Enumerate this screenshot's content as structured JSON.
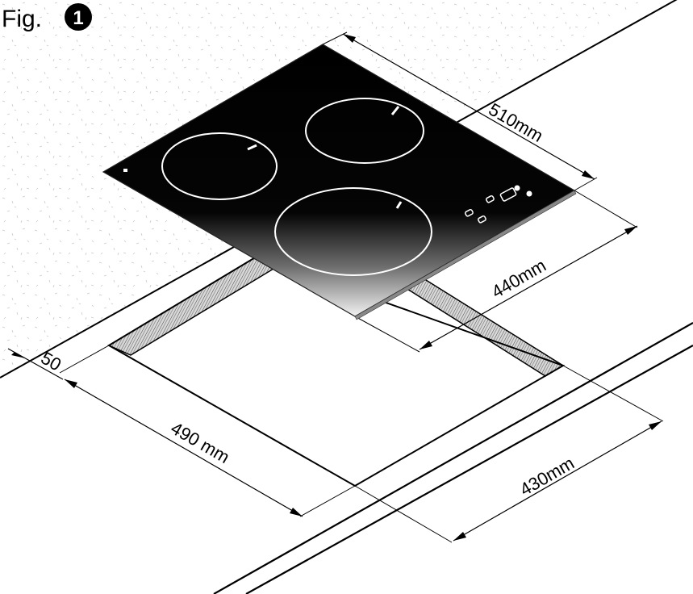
{
  "figure": {
    "label": "Fig.",
    "number": "1"
  },
  "dimensions": {
    "hob_width": "510mm",
    "hob_depth": "440mm",
    "cutout_width": "490 mm",
    "cutout_depth": "430mm",
    "front_gap": "50"
  },
  "colors": {
    "glass": "#000000",
    "glass_highlight": "#ffffff",
    "cutout_edge": "#d7d7d7",
    "texture": "#b8b8b8"
  }
}
